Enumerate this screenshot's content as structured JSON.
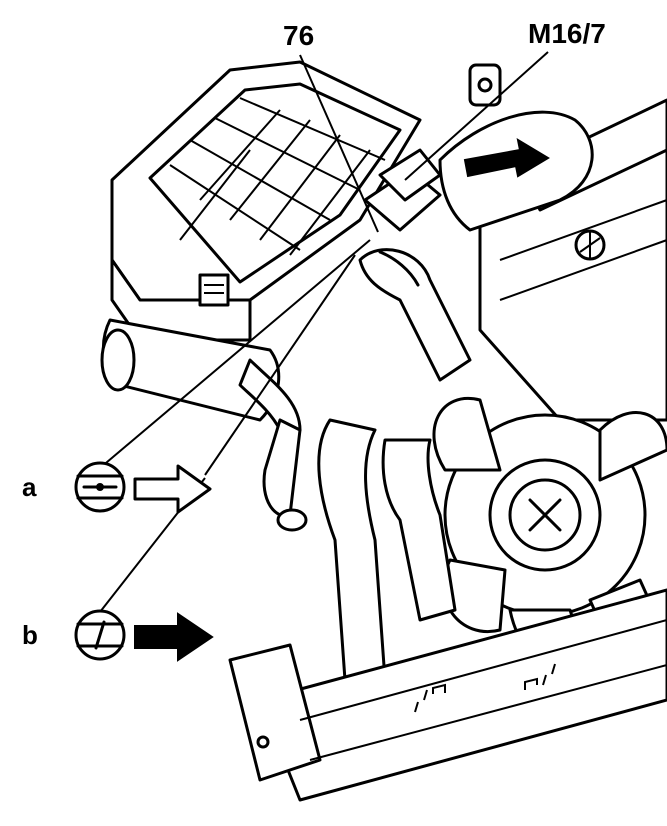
{
  "labels": {
    "component_76": "76",
    "component_m16_7": "M16/7",
    "legend_a": "a",
    "legend_b": "b"
  },
  "colors": {
    "line": "#000000",
    "background": "#ffffff"
  },
  "legend": [
    {
      "key": "a",
      "symbol": "horizontal-line-with-dot-icon",
      "arrow": "hollow-arrow"
    },
    {
      "key": "b",
      "symbol": "diagonal-line-icon",
      "arrow": "solid-arrow"
    }
  ]
}
